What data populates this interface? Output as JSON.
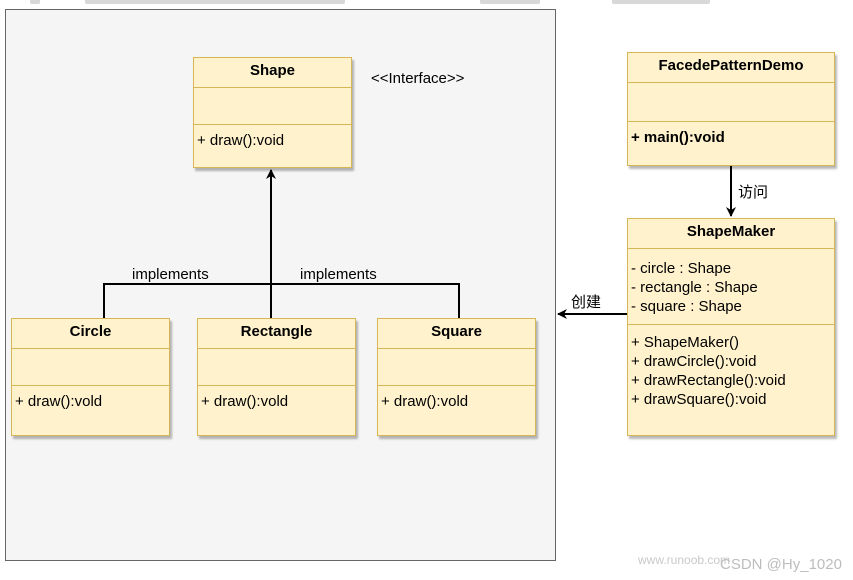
{
  "diagram": {
    "interface_stereotype": "<<Interface>>",
    "classes": {
      "shape": {
        "name": "Shape",
        "attributes": [],
        "operations": [
          "+ draw():void"
        ]
      },
      "circle": {
        "name": "Circle",
        "attributes": [],
        "operations": [
          "+ draw():vold"
        ]
      },
      "rectangle": {
        "name": "Rectangle",
        "attributes": [],
        "operations": [
          "+ draw():vold"
        ]
      },
      "square": {
        "name": "Square",
        "attributes": [],
        "operations": [
          "+ draw():vold"
        ]
      },
      "facade_demo": {
        "name": "FacedePatternDemo",
        "attributes": [],
        "operations": [
          "+ main():void"
        ]
      },
      "shape_maker": {
        "name": "ShapeMaker",
        "attributes": [
          "- circle : Shape",
          "- rectangle : Shape",
          "- square : Shape"
        ],
        "operations": [
          "+ ShapeMaker()",
          "+ drawCircle():void",
          "+ drawRectangle():void",
          "+ drawSquare():void"
        ]
      }
    },
    "edge_labels": {
      "implements_left": "implements",
      "implements_right": "implements",
      "access": "访问",
      "create": "创建"
    }
  },
  "watermarks": {
    "runoob": "www.runoob.com",
    "csdn": "CSDN @Hy_1020"
  },
  "colors": {
    "class_fill": "#fff2cc",
    "class_border": "#d6b656",
    "group_fill": "#f5f5f5",
    "group_border": "#666666"
  }
}
